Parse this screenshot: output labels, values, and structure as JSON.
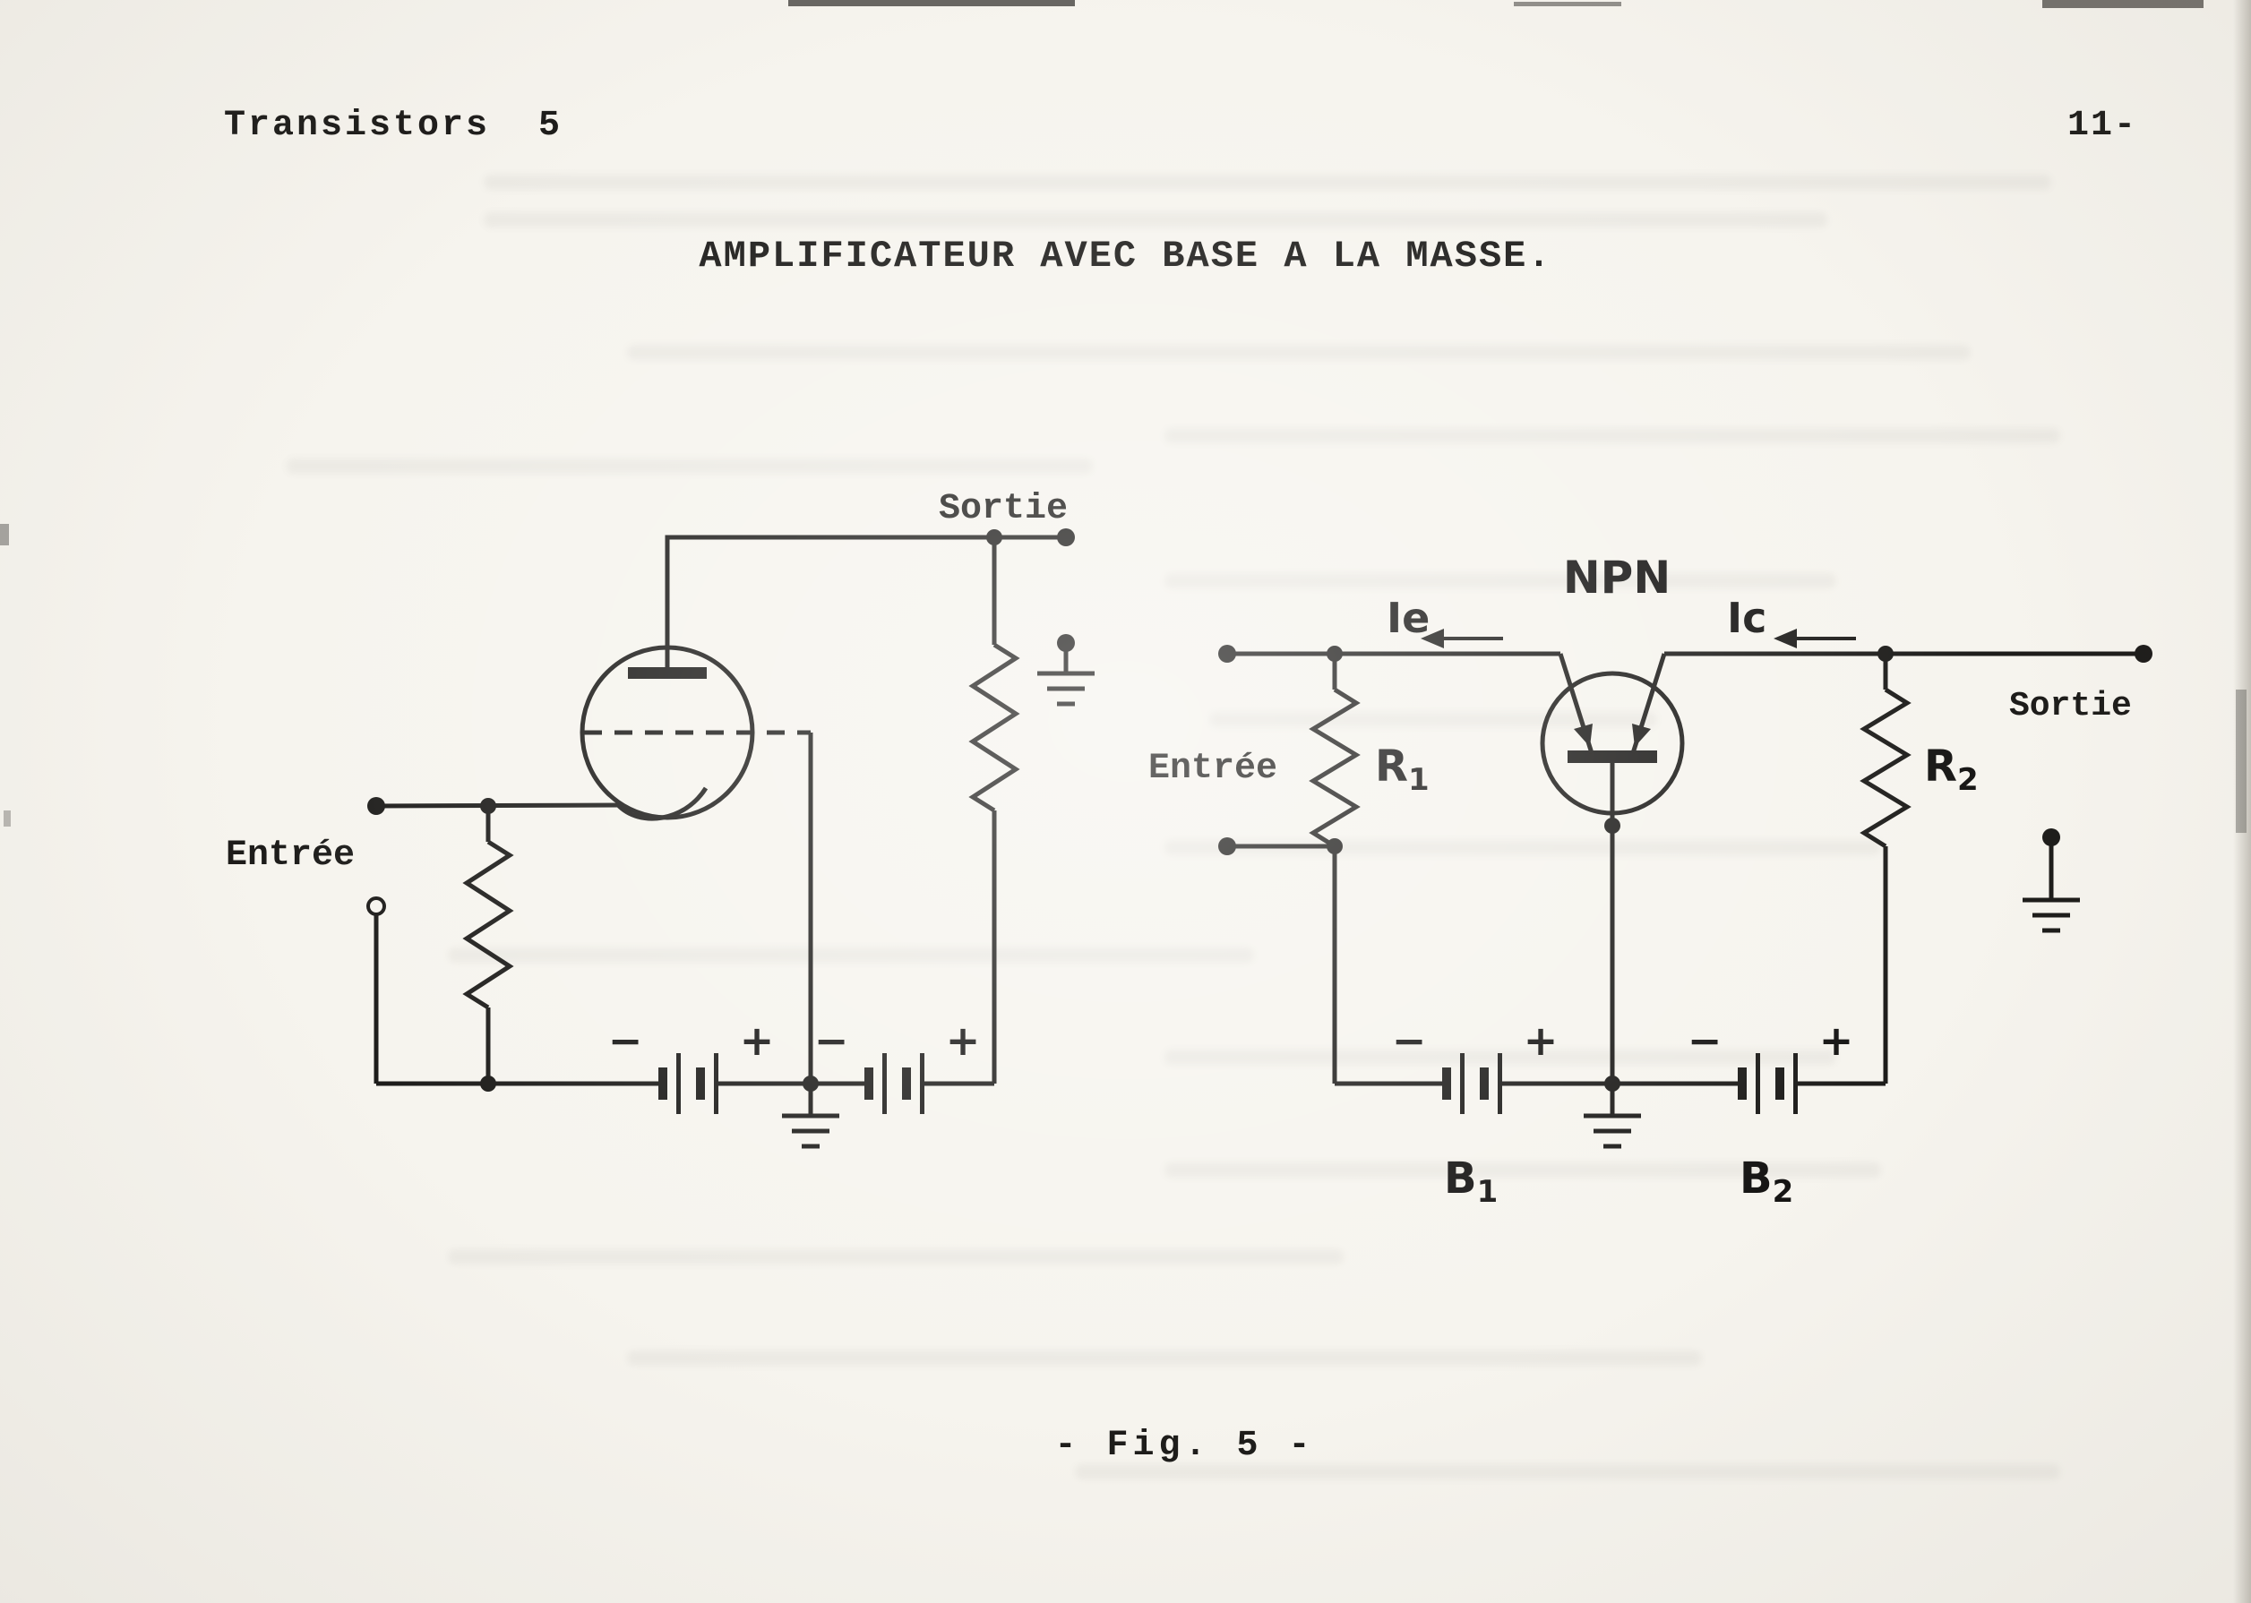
{
  "page": {
    "header_left": "Transistors  5",
    "header_right": "11-",
    "title": "AMPLIFICATEUR AVEC BASE A LA MASSE.",
    "caption": "- Fig. 5 -",
    "ink_color": "#1d1c1a",
    "paper_color": "#f6f4ee"
  },
  "tube_circuit": {
    "output_label": "Sortie",
    "input_label": "Entrée",
    "battery1": {
      "minus": "−",
      "plus": "+"
    },
    "battery2": {
      "minus": "−",
      "plus": "+"
    }
  },
  "transistor_circuit": {
    "device_label": "NPN",
    "emitter_current_label": "Ie",
    "collector_current_label": "Ic",
    "input_label": "Entrée",
    "output_label": "Sortie",
    "resistor1": {
      "name": "R",
      "sub": "1"
    },
    "resistor2": {
      "name": "R",
      "sub": "2"
    },
    "battery1": {
      "name": "B",
      "sub": "1",
      "minus": "−",
      "plus": "+"
    },
    "battery2": {
      "name": "B",
      "sub": "2",
      "minus": "−",
      "plus": "+"
    }
  }
}
